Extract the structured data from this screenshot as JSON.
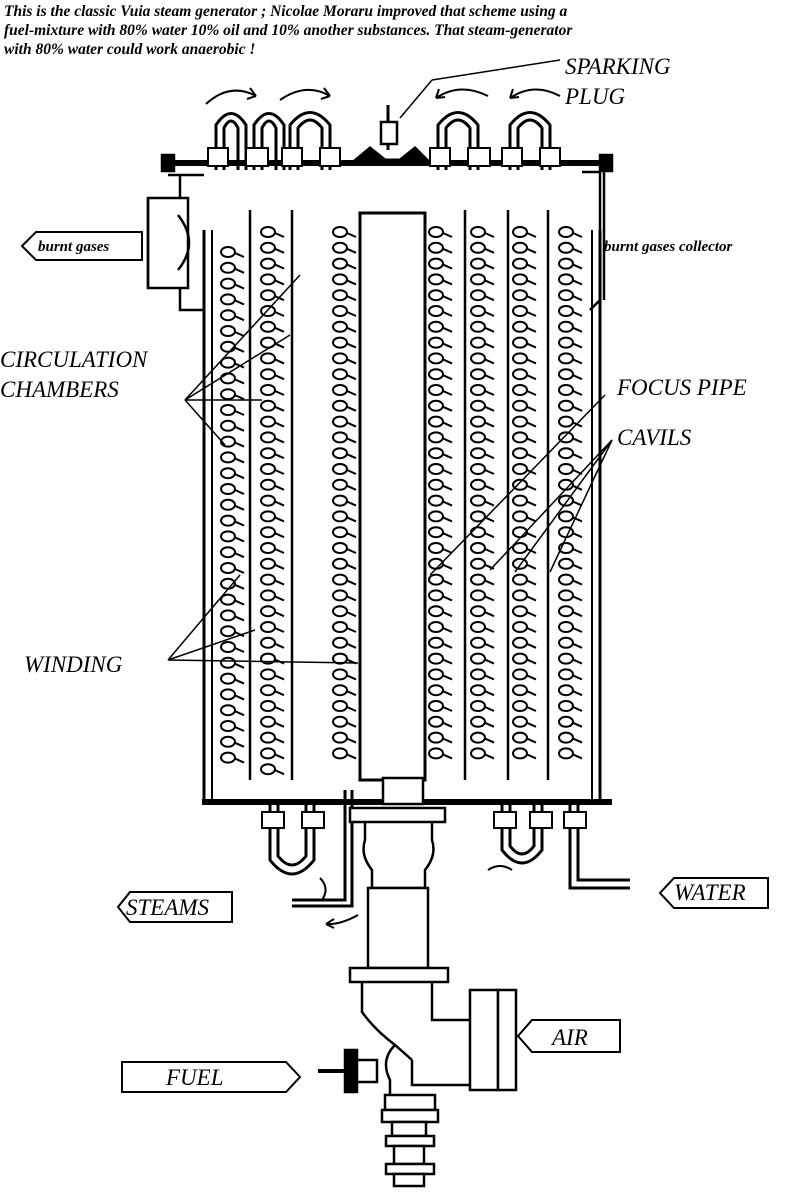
{
  "description": {
    "line1": "This is the classic Vuia steam generator ; Nicolae Moraru  improved that scheme using a",
    "line2": " fuel-mixture with 80% water 10% oil and 10% another substances. That steam-generator",
    "line3": "with 80% water could work anaerobic !"
  },
  "labels": {
    "sparking_plug_1": "SPARKING",
    "sparking_plug_2": "PLUG",
    "burnt_gases": "burnt gases",
    "burnt_gases_collector": "burnt gases collector",
    "circulation_1": "CIRCULATION",
    "circulation_2": "CHAMBERS",
    "focus_pipe": "FOCUS PIPE",
    "cavils": "CAVILS",
    "winding": "WINDING",
    "steams": "STEAMS",
    "water": "WATER",
    "air": "AIR",
    "fuel": "FUEL"
  }
}
